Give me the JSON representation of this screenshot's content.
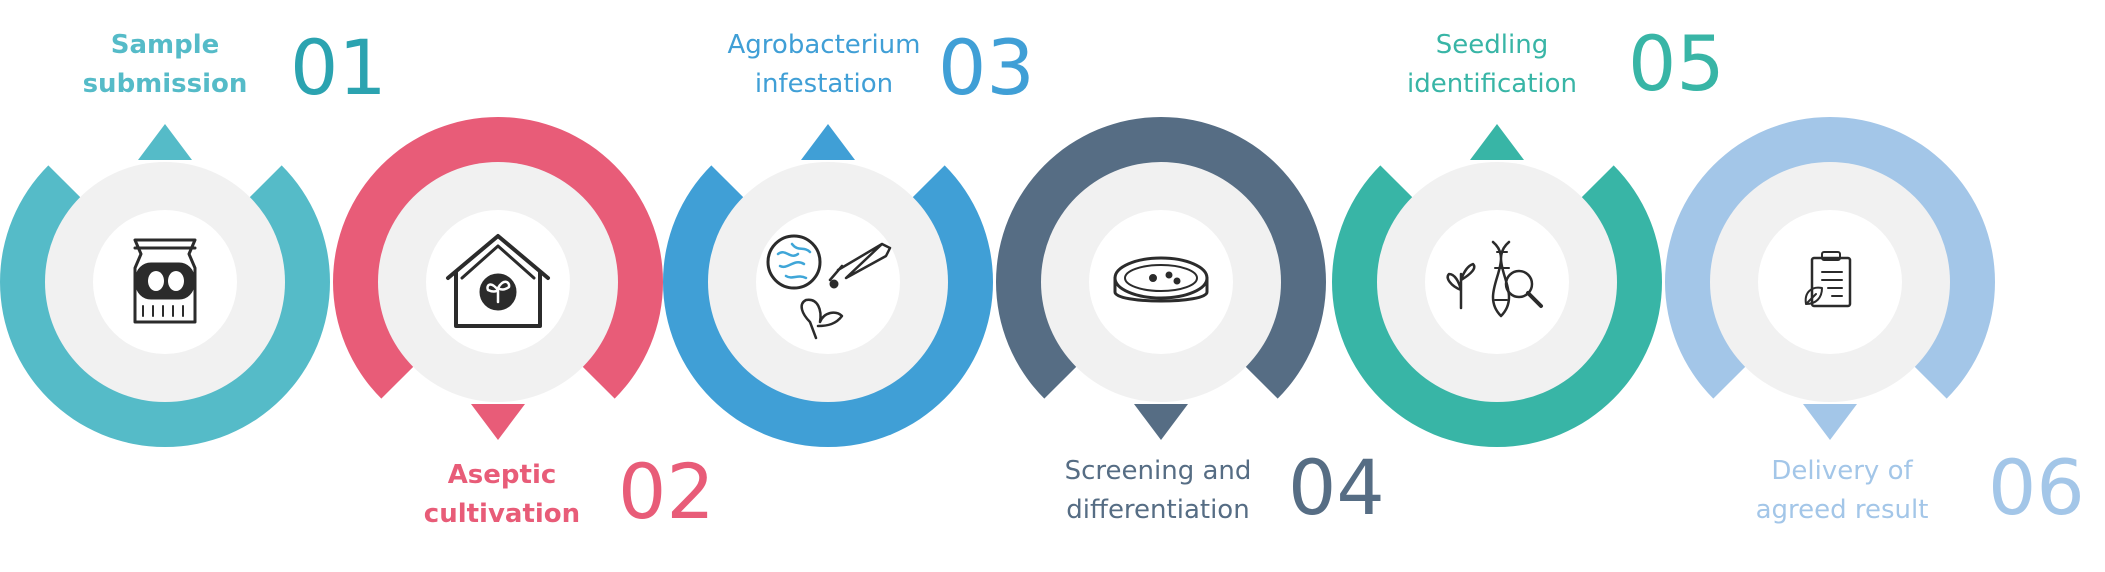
{
  "steps": [
    {
      "label_line1": "Sample",
      "label_line2": "submission",
      "number": "01",
      "color": "#55BBC8",
      "icon": "seed-bag-icon"
    },
    {
      "label_line1": "Aseptic",
      "label_line2": "cultivation",
      "number": "02",
      "color": "#E85C78",
      "icon": "greenhouse-icon"
    },
    {
      "label_line1": "Agrobacterium",
      "label_line2": "infestation",
      "number": "03",
      "color": "#409FD6",
      "icon": "dropper-microscope-icon"
    },
    {
      "label_line1": "Screening and",
      "label_line2": "differentiation",
      "number": "04",
      "color": "#566D84",
      "icon": "petri-dish-icon"
    },
    {
      "label_line1": "Seedling",
      "label_line2": "identification",
      "number": "05",
      "color": "#38B5A6",
      "icon": "dna-plant-icon"
    },
    {
      "label_line1": "Delivery of",
      "label_line2": "agreed result",
      "number": "06",
      "color": "#A3C6E8",
      "icon": "clipboard-report-icon"
    }
  ],
  "colors": {
    "inner_ring": "#F1F1F1",
    "inner_disc": "#FFFFFF",
    "icon_stroke": "#2B2B2B"
  }
}
